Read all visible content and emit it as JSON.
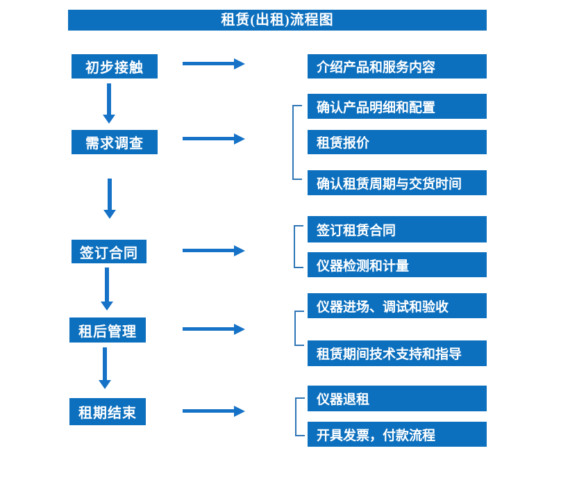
{
  "title": "租赁(出租)流程图",
  "colors": {
    "primary_blue": "#0d70be",
    "arrow_blue": "#1672c6",
    "bracket_blue": "#2e75b6",
    "text_white": "#ffffff"
  },
  "steps": [
    {
      "label": "初步接触",
      "details": [
        "介绍产品和服务内容"
      ]
    },
    {
      "label": "需求调查",
      "details": [
        "确认产品明细和配置",
        "租赁报价",
        "确认租赁周期与交货时间"
      ]
    },
    {
      "label": "签订合同",
      "details": [
        "签订租赁合同",
        "仪器检测和计量"
      ]
    },
    {
      "label": "租后管理",
      "details": [
        "仪器进场、调试和验收",
        "租赁期间技术支持和指导"
      ]
    },
    {
      "label": "租期结束",
      "details": [
        "仪器退租",
        "开具发票，付款流程"
      ]
    }
  ]
}
